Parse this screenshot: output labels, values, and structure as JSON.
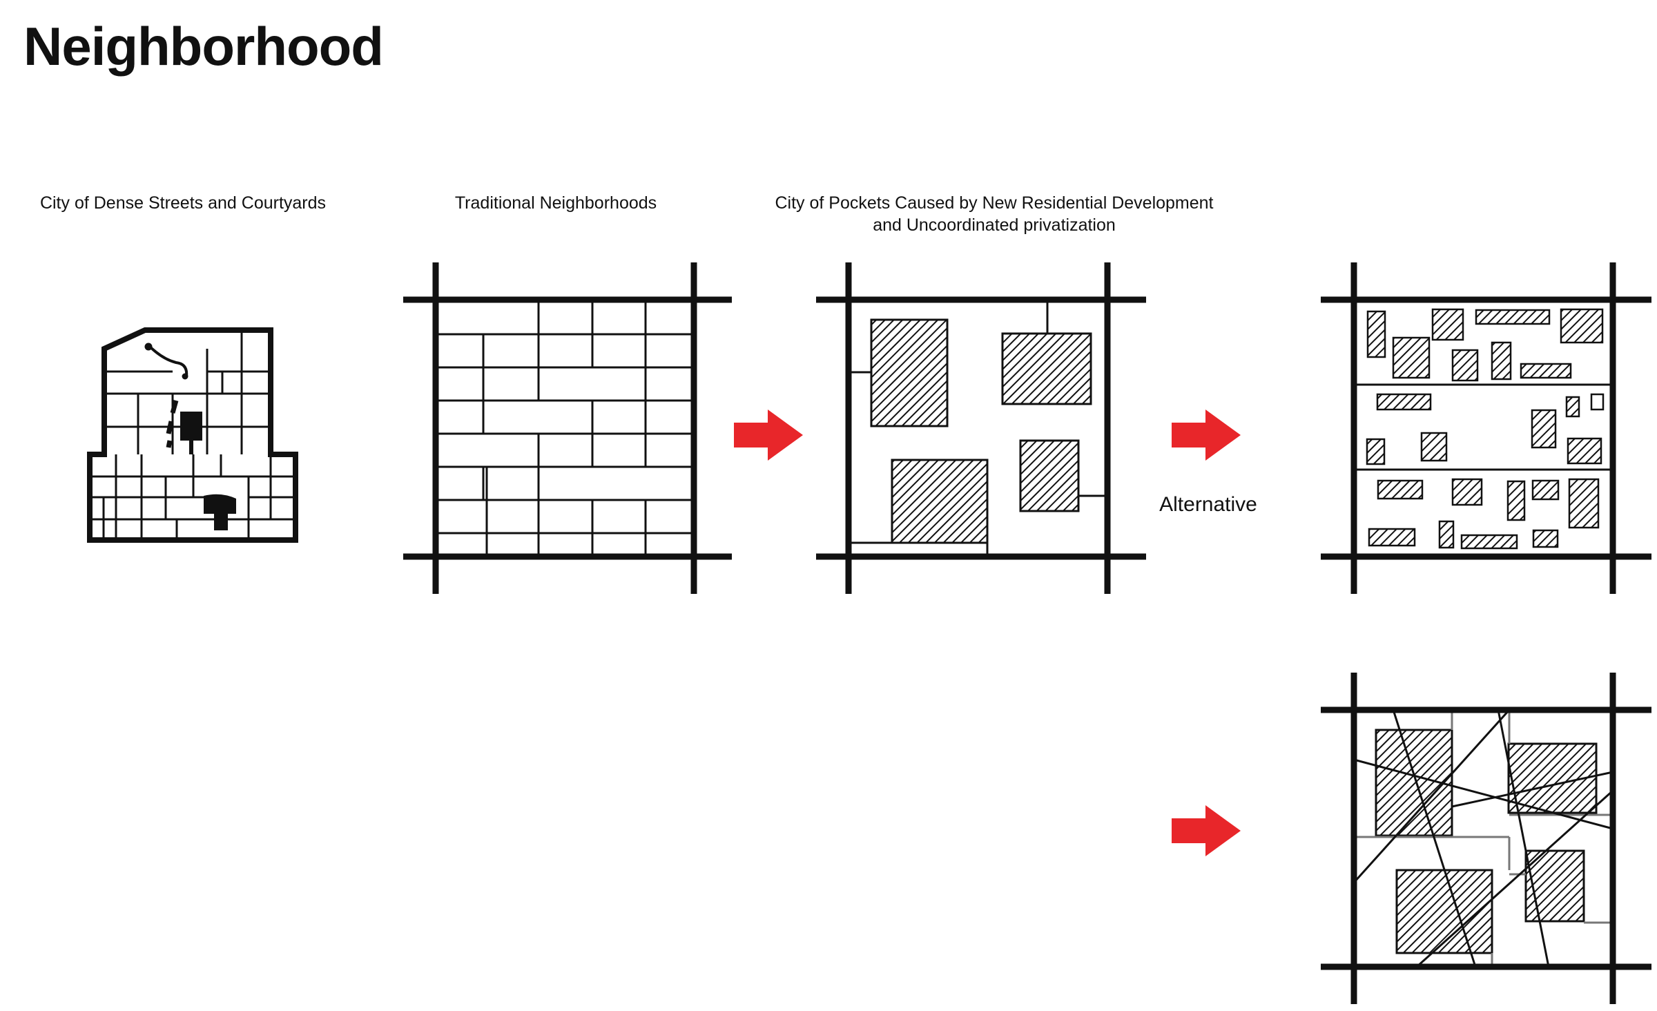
{
  "title": "Neighborhood",
  "captions": {
    "dense_city": "City of Dense Streets and Courtyards",
    "traditional": "Traditional Neighborhoods",
    "pockets_line1": "City of Pockets Caused by New Residential Development",
    "pockets_line2": "and Uncoordinated privatization"
  },
  "alternative_label": "Alternative",
  "colors": {
    "ink": "#111111",
    "arrow": "#e8262a",
    "background": "#ffffff"
  }
}
